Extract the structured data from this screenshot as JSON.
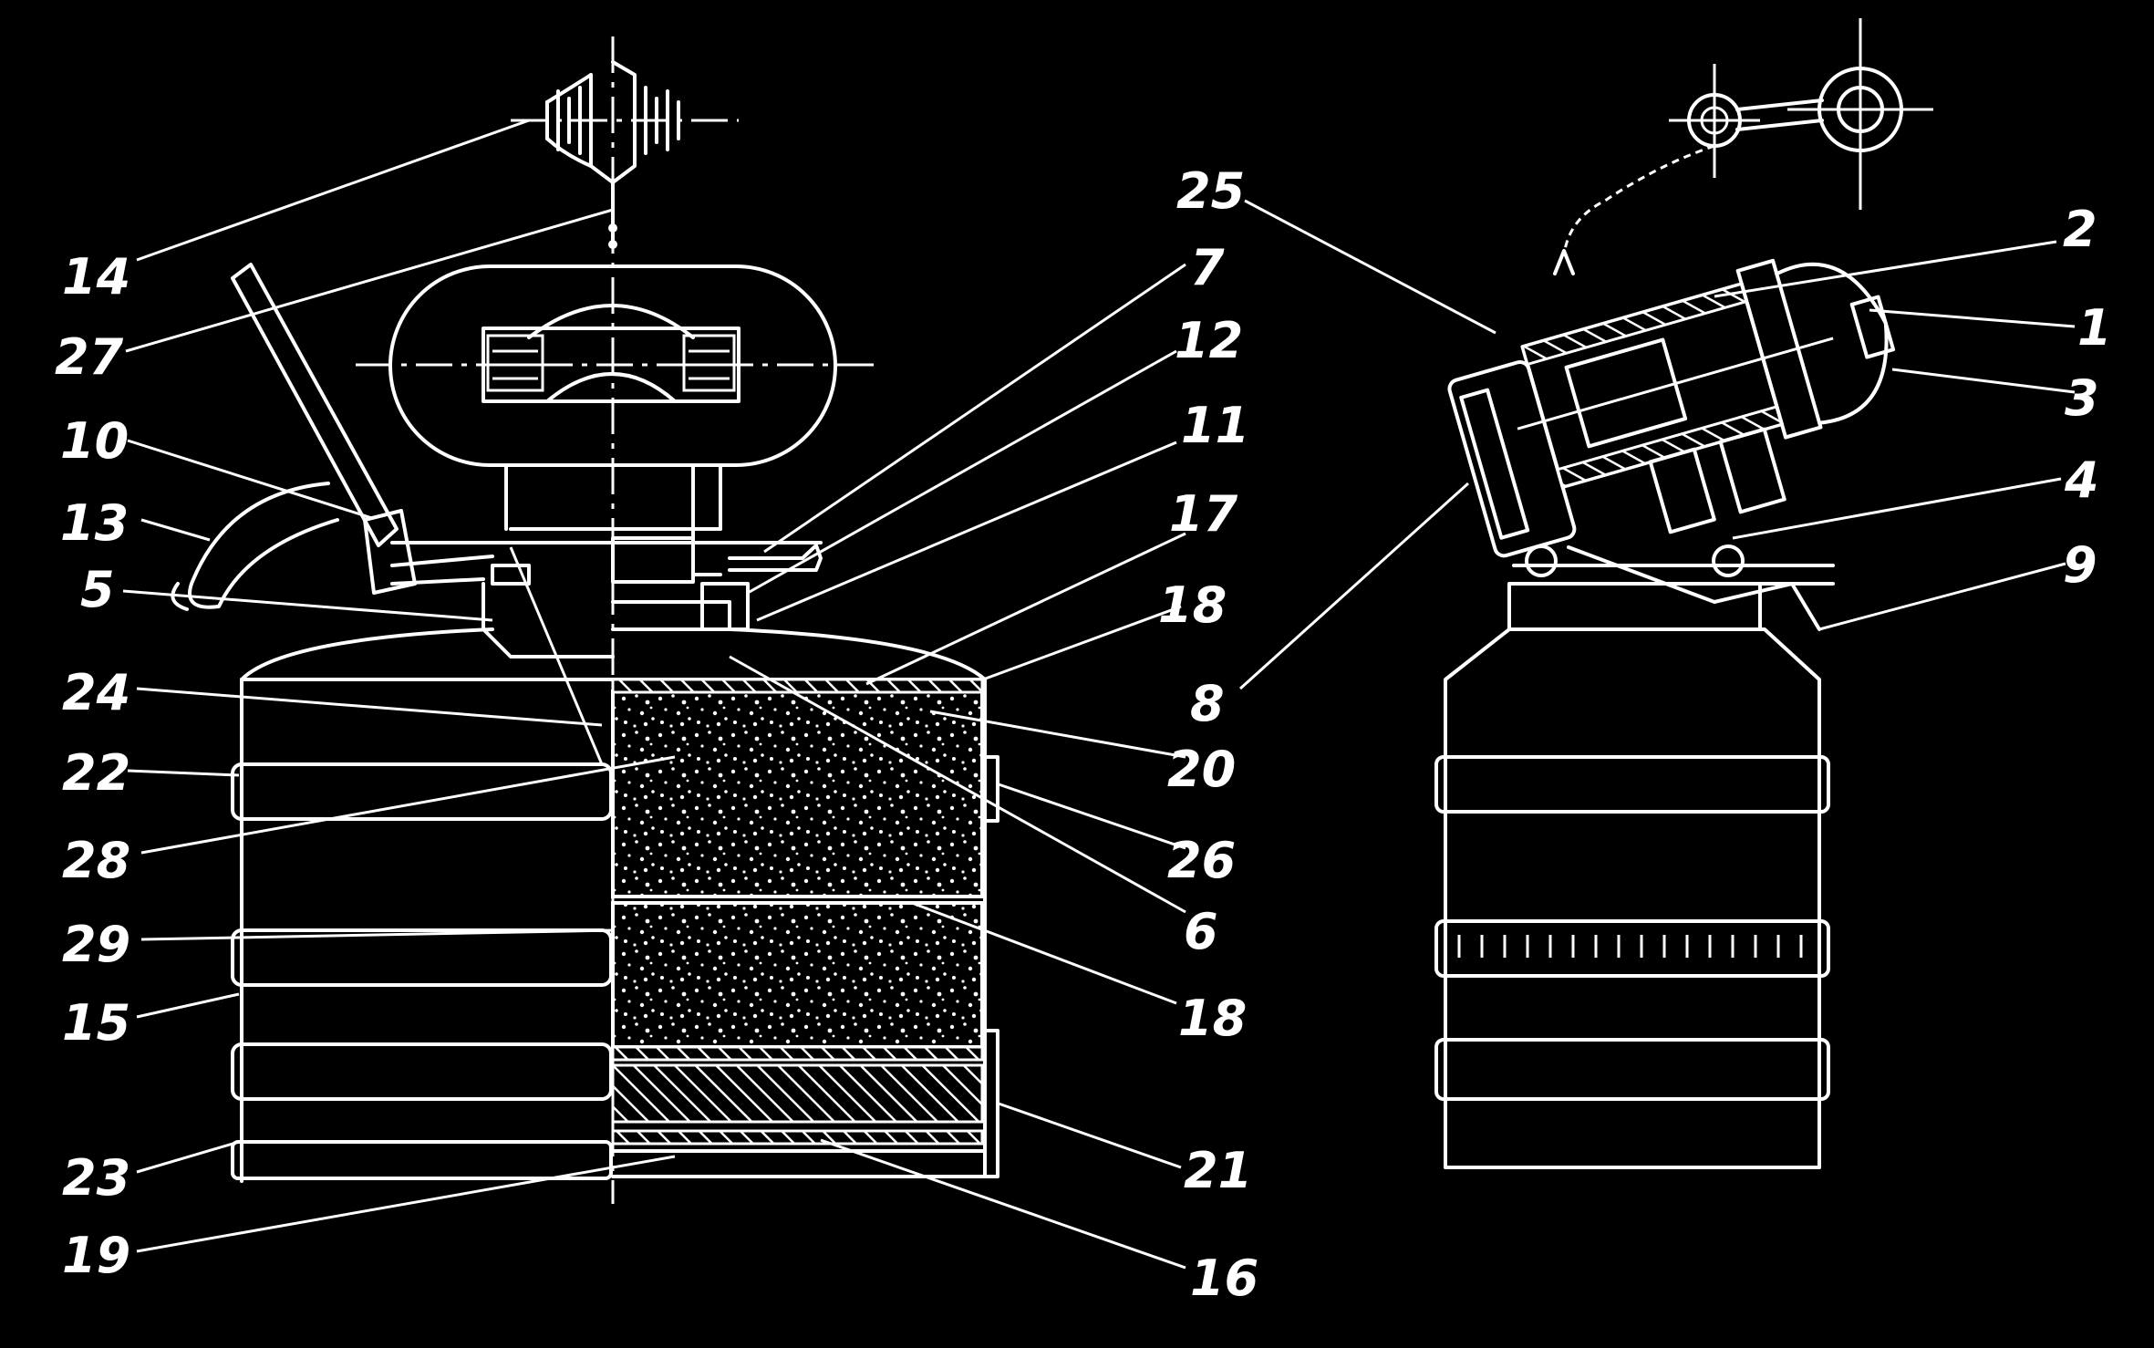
{
  "colors": {
    "background": "#000000",
    "ink": "#ffffff"
  },
  "left_view": {
    "labels": [
      "14",
      "27",
      "10",
      "13",
      "5",
      "24",
      "22",
      "28",
      "29",
      "15",
      "23",
      "19",
      "7",
      "12",
      "11",
      "17",
      "18",
      "20",
      "26",
      "6",
      "18",
      "21",
      "16"
    ]
  },
  "right_view": {
    "labels": [
      "25",
      "2",
      "1",
      "3",
      "4",
      "9",
      "8"
    ]
  }
}
